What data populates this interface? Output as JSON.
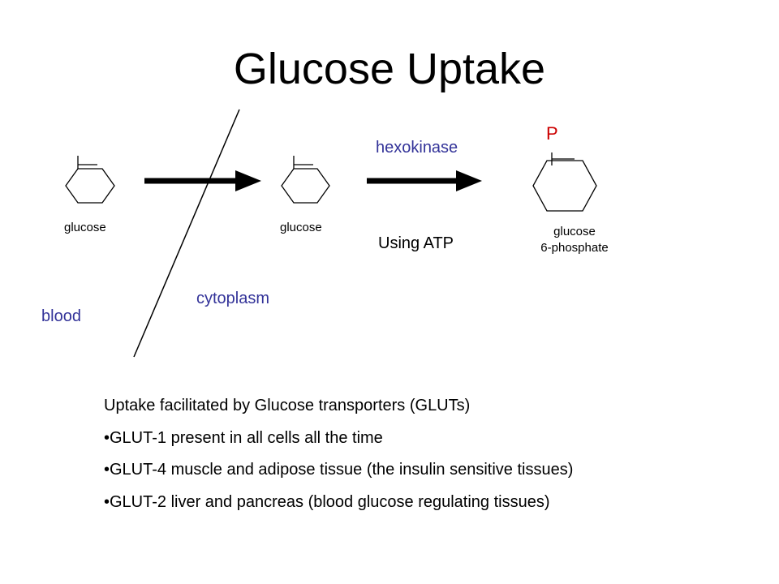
{
  "slide": {
    "title": "Glucose Uptake"
  },
  "diagram": {
    "glucose_left_label": "glucose",
    "glucose_mid_label": "glucose",
    "product_label_line1": "glucose",
    "product_label_line2": "6-phosphate",
    "phosphate_label": "P",
    "enzyme_label": "hexokinase",
    "cofactor_label": "Using ATP",
    "compartment_outside": "blood",
    "compartment_inside": "cytoplasm"
  },
  "notes": {
    "heading": "Uptake facilitated by Glucose transporters (GLUTs)",
    "bullets": [
      "•GLUT-1 present in all cells all the time",
      "•GLUT-4 muscle and adipose tissue (the insulin sensitive tissues)",
      "•GLUT-2 liver and pancreas (blood glucose regulating tissues)"
    ]
  },
  "colors": {
    "label_blue": "#333399",
    "phosphate_red": "#cc0000",
    "ink": "#000000"
  }
}
